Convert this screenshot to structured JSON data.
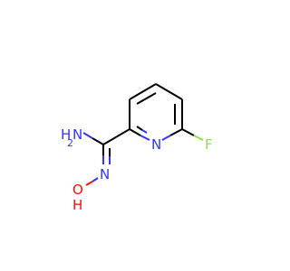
{
  "molecule": {
    "atoms": {
      "amine_h": "H",
      "amine_n": "N",
      "amine_h2": "2",
      "ring_n": "N",
      "fluorine": "F",
      "oxime_n": "N",
      "oxygen": "O",
      "hydroxyl_h": "H"
    },
    "colors": {
      "bond": "#000000",
      "nitrogen": "#3333ff",
      "oxygen": "#ff0d0d",
      "fluorine": "#90e050"
    }
  }
}
